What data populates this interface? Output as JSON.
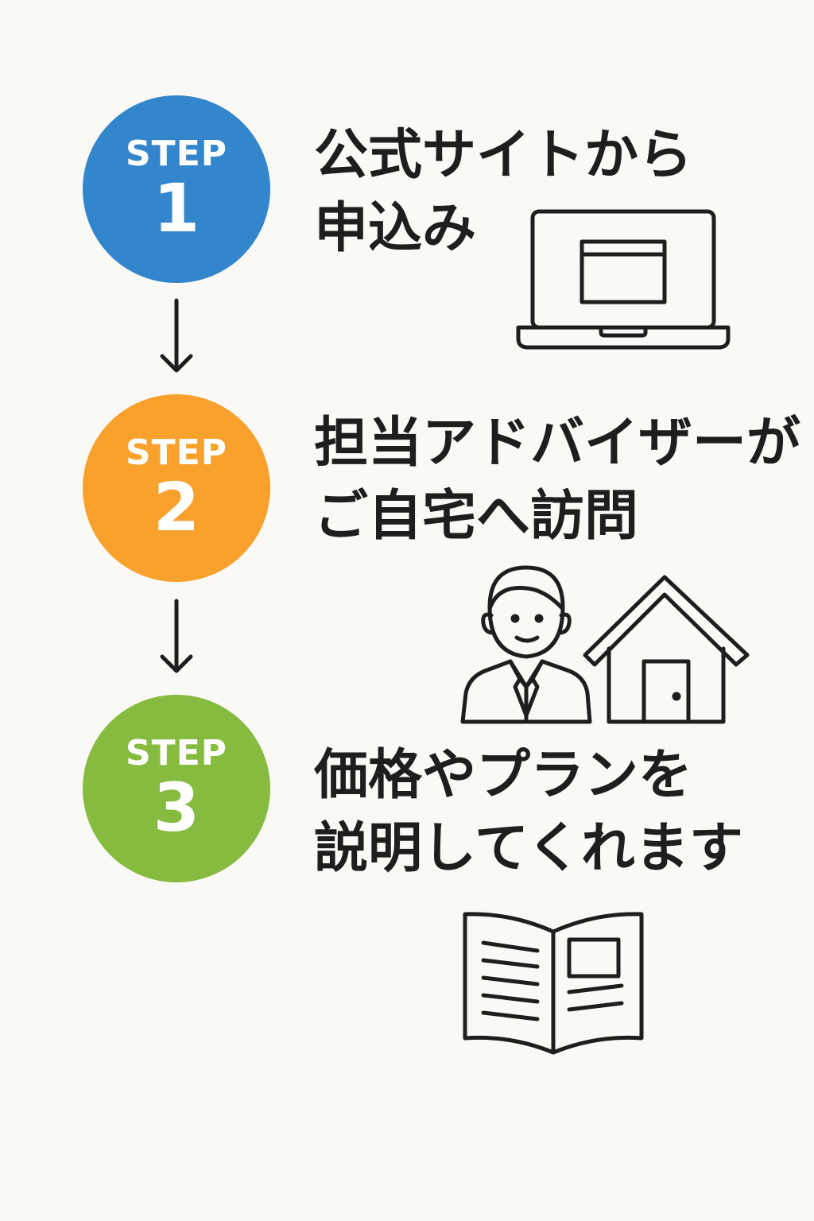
{
  "colors": {
    "step1": "#3385cc",
    "step2": "#f8a22d",
    "step3": "#86bb40",
    "text": "#1e1e1e"
  },
  "steps": [
    {
      "label": "STEP",
      "number": "1",
      "line1": "公式サイトから",
      "line2": "申込み",
      "icon": "laptop-icon"
    },
    {
      "label": "STEP",
      "number": "2",
      "line1": "担当アドバイザーが",
      "line2": "ご自宅へ訪問",
      "icon": "advisor-and-house-icon"
    },
    {
      "label": "STEP",
      "number": "3",
      "line1": "価格やプランを",
      "line2": "説明してくれます",
      "icon": "open-book-icon"
    }
  ]
}
